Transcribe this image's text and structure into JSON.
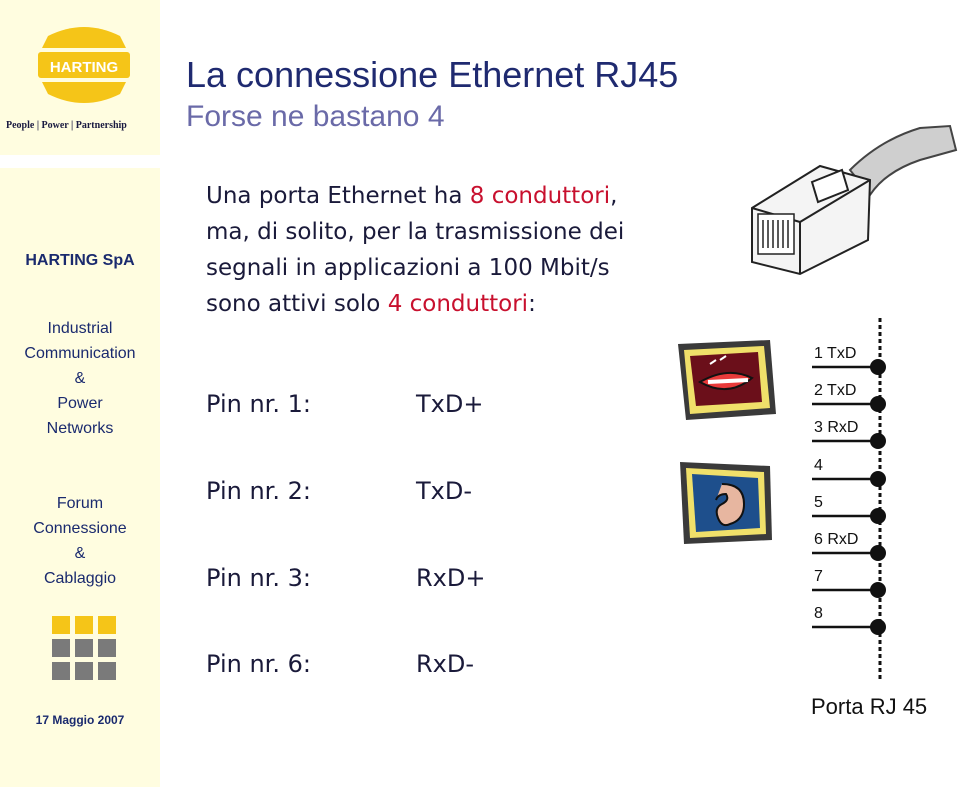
{
  "brand": {
    "logo_text": "HARTING",
    "tagline": "People | Power | Partnership"
  },
  "sidebar": {
    "company": "HARTING SpA",
    "division": [
      "Industrial",
      "Communication",
      "&",
      "Power",
      "Networks"
    ],
    "event": [
      "Forum",
      "Connessione",
      "&",
      "Cablaggio"
    ],
    "date": "17 Maggio 2007"
  },
  "header": {
    "title": "La connessione Ethernet RJ45",
    "subtitle": "Forse ne bastano 4"
  },
  "body": {
    "line1_a": "Una porta Ethernet ha ",
    "line1_b": "8 conduttori",
    "line1_c": ",",
    "line2": "ma, di solito, per la trasmissione dei",
    "line3": "segnali in applicazioni a 100 Mbit/s",
    "line4_a": "sono attivi solo ",
    "line4_b": "4 conduttori",
    "line4_c": ":"
  },
  "pins": [
    {
      "pin": "Pin nr. 1:",
      "signal": "TxD+"
    },
    {
      "pin": "Pin nr. 2:",
      "signal": "TxD-"
    },
    {
      "pin": "Pin nr. 3:",
      "signal": "RxD+"
    },
    {
      "pin": "Pin nr. 6:",
      "signal": "RxD-"
    }
  ],
  "port": {
    "wires": [
      "1 TxD",
      "2 TxD",
      "3 RxD",
      "4",
      "5",
      "6 RxD",
      "7",
      "8"
    ],
    "label": "Porta RJ 45"
  },
  "colors": {
    "accent_red": "#c8102e",
    "title_blue": "#1f2a70",
    "sidebar_bg": "#fffde0",
    "logo_yellow": "#f5c518"
  }
}
